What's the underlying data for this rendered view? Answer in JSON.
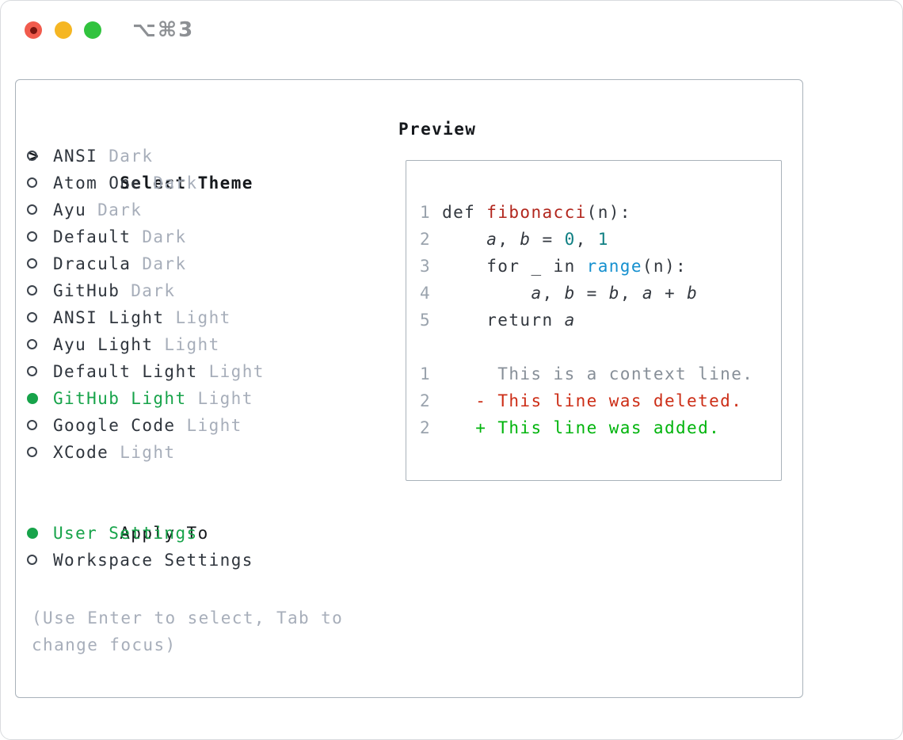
{
  "window": {
    "title": "⌥⌘3"
  },
  "theme_picker": {
    "header": {
      "cursor": ">",
      "label": "Select Theme"
    },
    "items": [
      {
        "name": "ANSI",
        "variant": "Dark",
        "selected": false
      },
      {
        "name": "Atom One",
        "variant": "Dark",
        "selected": false
      },
      {
        "name": "Ayu",
        "variant": "Dark",
        "selected": false
      },
      {
        "name": "Default",
        "variant": "Dark",
        "selected": false
      },
      {
        "name": "Dracula",
        "variant": "Dark",
        "selected": false
      },
      {
        "name": "GitHub",
        "variant": "Dark",
        "selected": false
      },
      {
        "name": "ANSI Light",
        "variant": "Light",
        "selected": false
      },
      {
        "name": "Ayu Light",
        "variant": "Light",
        "selected": false
      },
      {
        "name": "Default Light",
        "variant": "Light",
        "selected": false
      },
      {
        "name": "GitHub Light",
        "variant": "Light",
        "selected": true
      },
      {
        "name": "Google Code",
        "variant": "Light",
        "selected": false
      },
      {
        "name": "XCode",
        "variant": "Light",
        "selected": false
      }
    ],
    "apply_to": {
      "label": "Apply To",
      "options": [
        {
          "label": "User Settings",
          "selected": true
        },
        {
          "label": "Workspace Settings",
          "selected": false
        }
      ]
    },
    "hint_lines": [
      "(Use Enter to select, Tab to",
      "change focus)"
    ]
  },
  "preview": {
    "label": "Preview",
    "lines": [
      {
        "tokens": [
          {
            "t": "1 ",
            "c": "lineno"
          },
          {
            "t": "def ",
            "c": "plain"
          },
          {
            "t": "fibonacci",
            "c": "func"
          },
          {
            "t": "(n):",
            "c": "plain"
          }
        ]
      },
      {
        "tokens": [
          {
            "t": "2 ",
            "c": "lineno"
          },
          {
            "t": "    ",
            "c": "plain"
          },
          {
            "t": "a",
            "c": "var"
          },
          {
            "t": ", ",
            "c": "plain"
          },
          {
            "t": "b",
            "c": "var"
          },
          {
            "t": " = ",
            "c": "plain"
          },
          {
            "t": "0",
            "c": "num"
          },
          {
            "t": ", ",
            "c": "plain"
          },
          {
            "t": "1",
            "c": "num"
          }
        ]
      },
      {
        "tokens": [
          {
            "t": "3 ",
            "c": "lineno"
          },
          {
            "t": "    for _ in ",
            "c": "plain"
          },
          {
            "t": "range",
            "c": "builtin"
          },
          {
            "t": "(n):",
            "c": "plain"
          }
        ]
      },
      {
        "tokens": [
          {
            "t": "4 ",
            "c": "lineno"
          },
          {
            "t": "        ",
            "c": "plain"
          },
          {
            "t": "a",
            "c": "var"
          },
          {
            "t": ", ",
            "c": "plain"
          },
          {
            "t": "b",
            "c": "var"
          },
          {
            "t": " = ",
            "c": "plain"
          },
          {
            "t": "b",
            "c": "var"
          },
          {
            "t": ", ",
            "c": "plain"
          },
          {
            "t": "a",
            "c": "var"
          },
          {
            "t": " + ",
            "c": "plain"
          },
          {
            "t": "b",
            "c": "var"
          }
        ]
      },
      {
        "tokens": [
          {
            "t": "5 ",
            "c": "lineno"
          },
          {
            "t": "    return ",
            "c": "plain"
          },
          {
            "t": "a",
            "c": "var"
          }
        ]
      },
      {
        "tokens": []
      },
      {
        "tokens": [
          {
            "t": "1",
            "c": "lineno"
          },
          {
            "t": "      This is a context line.",
            "c": "context"
          }
        ]
      },
      {
        "tokens": [
          {
            "t": "2",
            "c": "lineno"
          },
          {
            "t": "    ",
            "c": "plain"
          },
          {
            "t": "- This line was deleted.",
            "c": "del"
          }
        ]
      },
      {
        "tokens": [
          {
            "t": "2",
            "c": "lineno"
          },
          {
            "t": "    ",
            "c": "plain"
          },
          {
            "t": "+ This line was added.",
            "c": "add"
          }
        ]
      }
    ]
  },
  "colors": {
    "traffic_red": "#f15b4d",
    "traffic_red_dot": "#7a150f",
    "traffic_yellow": "#f5b623",
    "traffic_green": "#31c33e",
    "selected_green": "#17a34a",
    "text_dark": "#2f353d",
    "text_muted": "#a7aeba",
    "panel_border": "#a9b2ba",
    "lineno": "#9aa3ad",
    "code_plain": "#33383f",
    "function_red": "#b2261d",
    "builtin_blue": "#1590cf",
    "number_teal": "#0f7f83",
    "context_gray": "#878f98",
    "deleted_red": "#cc2d16",
    "added_green": "#00b40c"
  }
}
